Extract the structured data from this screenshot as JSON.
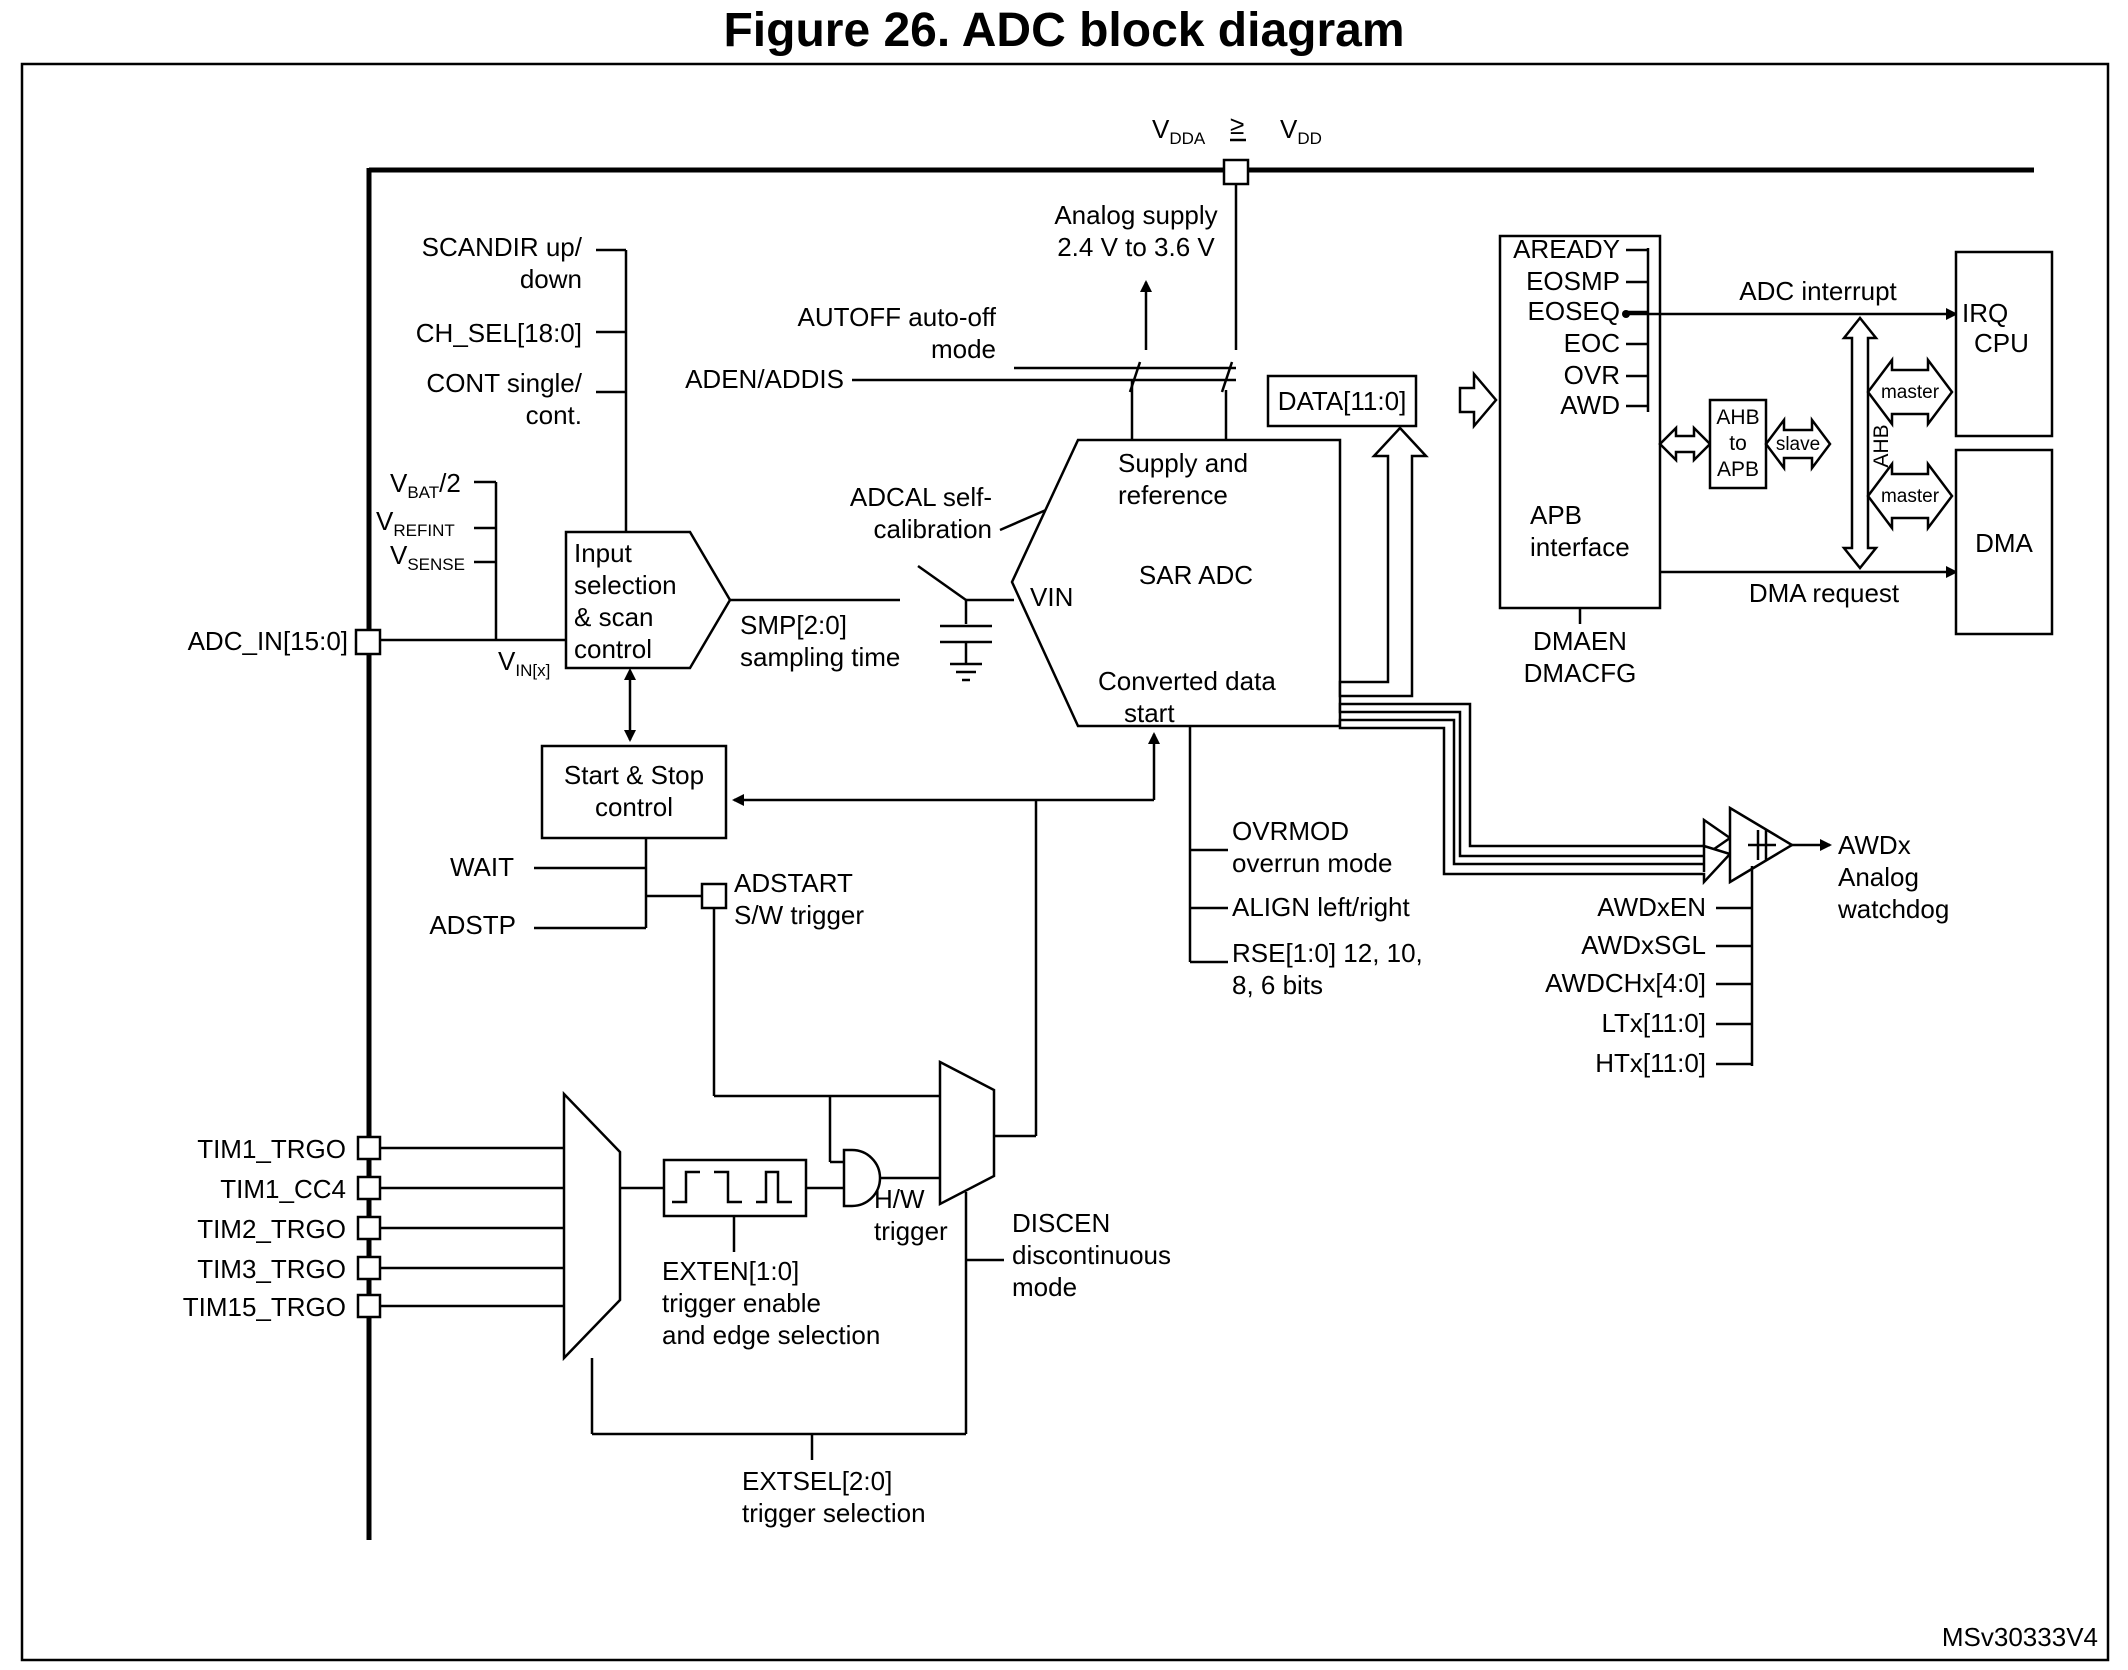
{
  "title": "Figure 26. ADC block diagram",
  "ref_code": "MSv30333V4",
  "supply": {
    "vdda": "V",
    "vdda_sub": "DDA",
    "geq": "≥",
    "vdd": "V",
    "vdd_sub": "DD",
    "analog_supply": [
      "Analog supply",
      "2.4 V to 3.6 V"
    ]
  },
  "inputs": {
    "adc_in": "ADC_IN[15:0]",
    "vbat": "V",
    "vbat_sub": "BAT",
    "vbat_suffix": "/2",
    "vrefint": "V",
    "vrefint_sub": "REFINT",
    "vsense": "V",
    "vsense_sub": "SENSE",
    "vin": "V",
    "vin_sub": "IN[x]"
  },
  "config": {
    "scandir": [
      "SCANDIR up/",
      "down"
    ],
    "ch_sel": "CH_SEL[18:0]",
    "cont": [
      "CONT single/",
      "cont."
    ],
    "autoff": [
      "AUTOFF auto-off",
      "mode"
    ],
    "aden": "ADEN/ADDIS",
    "adcal": [
      "ADCAL self-",
      "calibration"
    ],
    "smp": [
      "SMP[2:0]",
      "sampling time"
    ],
    "wait": "WAIT",
    "adstp": "ADSTP",
    "adstart": [
      "ADSTART",
      "S/W trigger"
    ],
    "ovrmod": [
      "OVRMOD",
      "overrun mode"
    ],
    "align": "ALIGN left/right",
    "rse": [
      "RSE[1:0] 12, 10,",
      "8, 6 bits"
    ]
  },
  "blocks": {
    "input_sel": [
      "Input",
      "selection",
      "& scan",
      "control"
    ],
    "start_stop": [
      "Start & Stop",
      "control"
    ],
    "sar": {
      "supply": [
        "Supply and",
        "reference"
      ],
      "name": "SAR ADC",
      "vin": "VIN",
      "converted": [
        "Converted data",
        "start"
      ]
    },
    "data": "DATA[11:0]",
    "flags": [
      "AREADY",
      "EOSMP",
      "EOSEQ",
      "EOC",
      "OVR",
      "AWD"
    ],
    "apb": [
      "APB",
      "interface"
    ],
    "dmaen": [
      "DMAEN",
      "DMACFG"
    ],
    "ahb_apb": [
      "AHB",
      "to",
      "APB"
    ],
    "slave": "slave",
    "ahb": "AHB",
    "master": "master",
    "irq": [
      "IRQ",
      "CPU"
    ],
    "dma": "DMA",
    "adc_interrupt": "ADC interrupt",
    "dma_request": "DMA request"
  },
  "watchdog": {
    "awdx": [
      "AWDx",
      "Analog",
      "watchdog"
    ],
    "regs": [
      "AWDxEN",
      "AWDxSGL",
      "AWDCHx[4:0]",
      "LTx[11:0]",
      "HTx[11:0]"
    ]
  },
  "trigger": {
    "tims": [
      "TIM1_TRGO",
      "TIM1_CC4",
      "TIM2_TRGO",
      "TIM3_TRGO",
      "TIM15_TRGO"
    ],
    "exten": [
      "EXTEN[1:0]",
      "trigger enable",
      "and edge selection"
    ],
    "hw": [
      "H/W",
      "trigger"
    ],
    "discen": [
      "DISCEN",
      "discontinuous",
      "mode"
    ],
    "extsel": [
      "EXTSEL[2:0]",
      "trigger selection"
    ]
  }
}
